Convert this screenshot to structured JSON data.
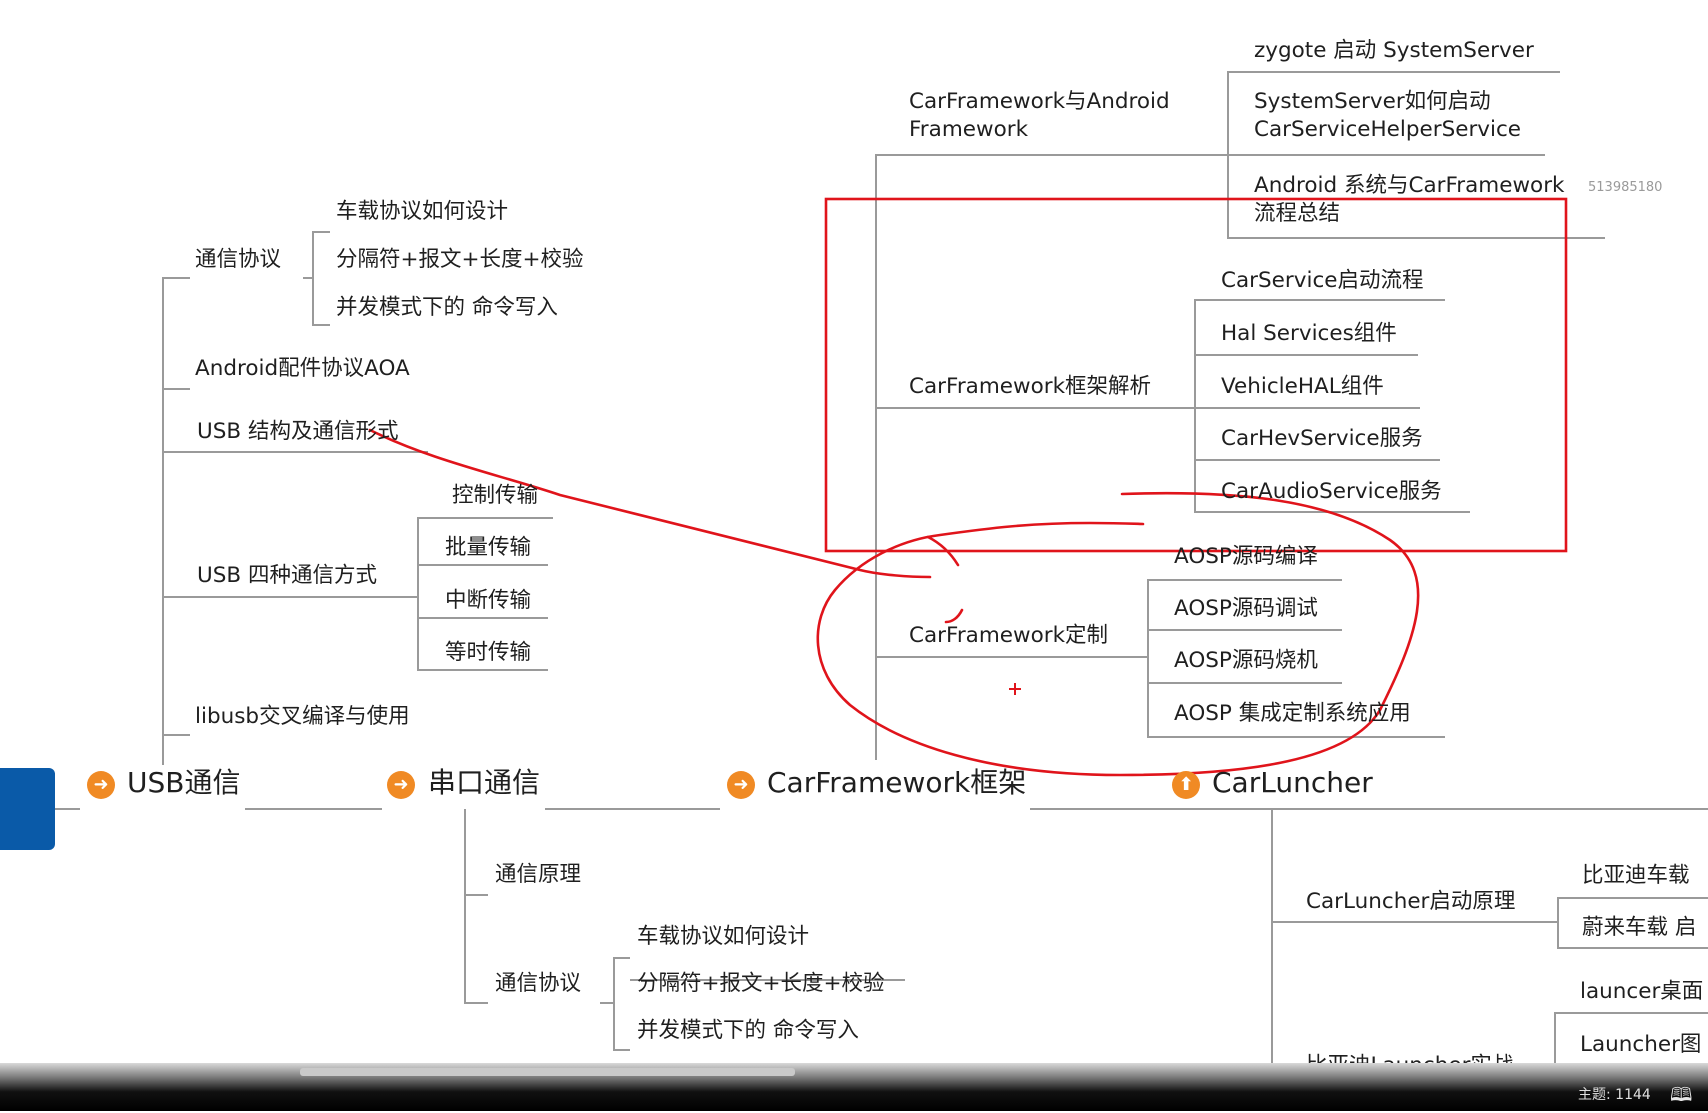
{
  "root": {
    "label": ""
  },
  "colors": {
    "branch_icon": "#f08a24",
    "line": "#9a9a9a",
    "root": "#0a5aa8",
    "annotation": "#e0141b"
  },
  "branches": {
    "usb": {
      "title": "USB通信",
      "icon": "arrow-right-circle-icon",
      "sub": {
        "protocol": {
          "label": "通信协议",
          "children": [
            "车载协议如何设计",
            "分隔符+报文+长度+校验",
            "并发模式下的 命令写入"
          ]
        },
        "aoa": {
          "label": "Android配件协议AOA"
        },
        "structure": {
          "label": "USB 结构及通信形式"
        },
        "four_modes": {
          "label": "USB 四种通信方式",
          "children": [
            "控制传输",
            "批量传输",
            "中断传输",
            "等时传输"
          ]
        },
        "libusb": {
          "label": "libusb交叉编译与使用"
        }
      }
    },
    "serial": {
      "title": "串口通信",
      "icon": "arrow-right-circle-icon",
      "sub": {
        "principle": {
          "label": "通信原理"
        },
        "protocol": {
          "label": "通信协议",
          "children": [
            "车载协议如何设计",
            "分隔符+报文+长度+校验",
            "并发模式下的 命令写入"
          ]
        }
      }
    },
    "carframework": {
      "title": "CarFramework框架",
      "icon": "arrow-right-circle-icon",
      "sub": {
        "vs_android": {
          "label": "CarFramework与Android Framework",
          "children": [
            "zygote 启动 SystemServer",
            "SystemServer如何启动 CarServiceHelperService",
            "Android 系统与CarFramework 流程总结"
          ]
        },
        "analysis": {
          "label": "CarFramework框架解析",
          "children": [
            "CarService启动流程",
            "Hal Services组件",
            "VehicleHAL组件",
            "CarHevService服务",
            "CarAudioService服务"
          ]
        },
        "custom": {
          "label": "CarFramework定制",
          "children": [
            "AOSP源码编译",
            "AOSP源码调试",
            "AOSP源码烧机",
            "AOSP 集成定制系统应用"
          ]
        }
      }
    },
    "carluncher": {
      "title": "CarLuncher",
      "icon": "arrow-up-circle-icon",
      "sub": {
        "boot": {
          "label": "CarLuncher启动原理",
          "children": [
            "比亚迪车载",
            "蔚来车载 启"
          ]
        },
        "practice": {
          "label": "比亚迪Launcher实战",
          "children": [
            "launcer桌面",
            "Launcher图"
          ]
        }
      }
    }
  },
  "watermark": "513985180",
  "status": {
    "topics": "主题: 1144",
    "book_icon": "book-icon"
  }
}
